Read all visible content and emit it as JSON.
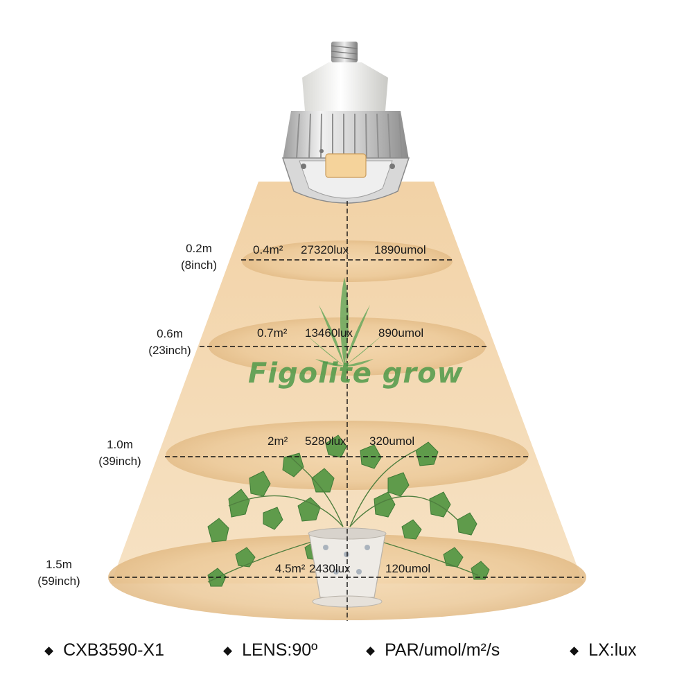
{
  "levels": [
    {
      "distance_m": "0.2m",
      "distance_in": "(8inch)",
      "area": "0.4m²",
      "lux": "27320lux",
      "par": "1890umol"
    },
    {
      "distance_m": "0.6m",
      "distance_in": "(23inch)",
      "area": "0.7m²",
      "lux": "13460lux",
      "par": "890umol"
    },
    {
      "distance_m": "1.0m",
      "distance_in": "(39inch)",
      "area": "2m²",
      "lux": "5280lux",
      "par": "320umol"
    },
    {
      "distance_m": "1.5m",
      "distance_in": "(59inch)",
      "area": "4.5m²",
      "lux": "2430lux",
      "par": "120umol"
    }
  ],
  "watermark": "Figolite grow",
  "legend": [
    {
      "text": "CXB3590-X1"
    },
    {
      "text": "LENS:90º"
    },
    {
      "text": "PAR/umol/m²/s"
    },
    {
      "text": "LX:lux"
    }
  ],
  "colors": {
    "light_cone": "#f3d9b4",
    "light_ellipse": "#e7c08c",
    "watermark": "#4f9a4a",
    "leaf": "#5f9b4b",
    "dashed_line": "#111111"
  },
  "icons": [
    "lamp-icon",
    "plant-pot-icon",
    "cannabis-leaf-icon",
    "diamond-bullet-icon"
  ]
}
